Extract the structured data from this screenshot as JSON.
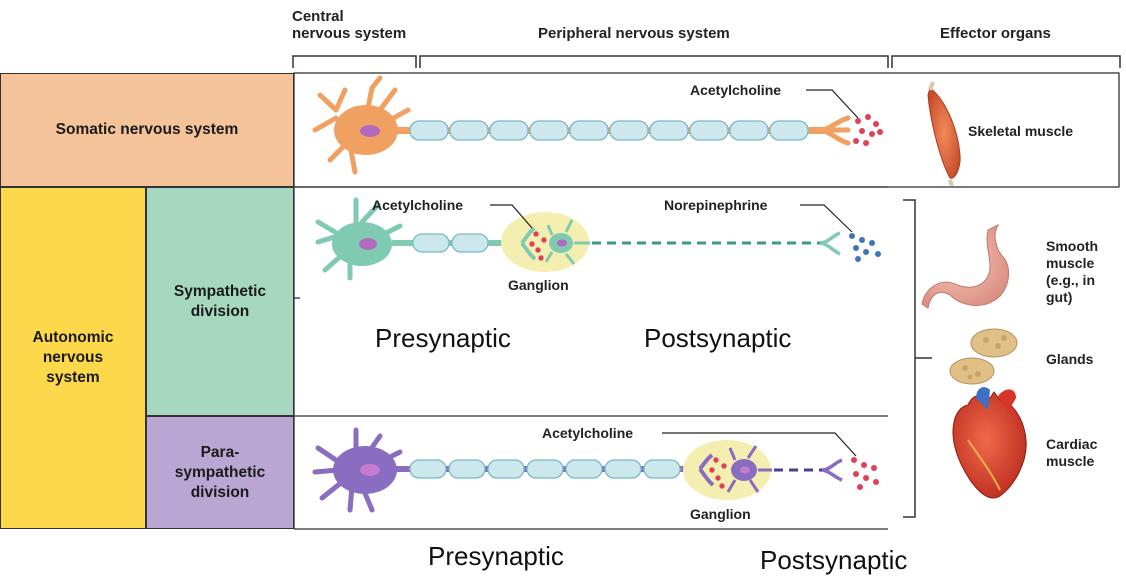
{
  "header": {
    "cns": "Central\nnervous system",
    "pns": "Peripheral nervous system",
    "effectors": "Effector organs"
  },
  "rows": {
    "somatic": "Somatic nervous system",
    "autonomic": "Autonomic\nnervous\nsystem",
    "sympathetic": "Sympathetic\ndivision",
    "parasympathetic": "Para-\nsympathetic\ndivision"
  },
  "labels": {
    "ach_somatic": "Acetylcholine",
    "ach_symp": "Acetylcholine",
    "norepinephrine": "Norepinephrine",
    "ach_para": "Acetylcholine",
    "ganglion_symp": "Ganglion",
    "ganglion_para": "Ganglion"
  },
  "annotations": {
    "pre_mid": "Presynaptic",
    "post_mid": "Postsynaptic",
    "pre_bottom": "Presynaptic",
    "post_bottom": "Postsynaptic"
  },
  "effectors": {
    "skeletal": "Skeletal muscle",
    "smooth": "Smooth\nmuscle\n(e.g., in\ngut)",
    "glands": "Glands",
    "cardiac": "Cardiac\nmuscle"
  },
  "colors": {
    "somatic": "#f5c39a",
    "autonomic": "#fcd84a",
    "sympathetic": "#a6d8bf",
    "parasympathetic": "#b9a6d2",
    "somatic_neuron": "#f0a060",
    "symp_neuron": "#7fcab0",
    "para_neuron": "#8a6cc0",
    "ach_dots": "#e0405a",
    "ne_dots": "#3e74b8"
  }
}
